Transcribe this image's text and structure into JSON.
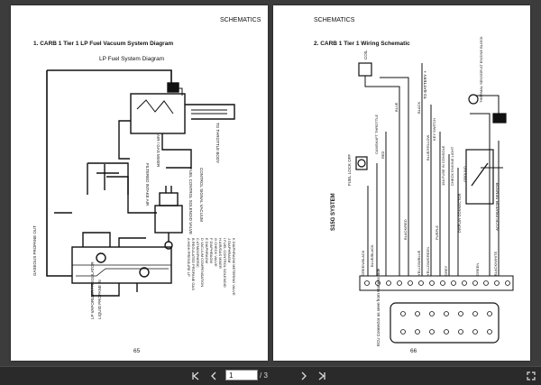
{
  "left_page": {
    "header": "SCHEMATICS",
    "section_title": "1. CARB 1 Tier 1 LP Fuel Vacuum System Diagram",
    "diagram_title": "LP Fuel System Diagram",
    "labels": {
      "air_gas_mixer": "AIR / GAS MIXER",
      "to_throttle_body": "TO THROTTLE BODY",
      "filtered_intake_air": "FILTERED INTAKE AIR",
      "fuel_control_solenoid": "FUEL CONTROL SOLENOID VALVE",
      "control_signal_vacuum": "CONTROL SIGNAL VACUUM",
      "gaseous_propane_out": "GASEOUS PROPANE OUT",
      "lp_vaporizer": "LP VAPORIZER / REGULATOR",
      "liquid_propane_in": "LIQUID PROPANE IN"
    },
    "legend": [
      "A   HIGH PRESSURE LP",
      "B   REGULATED PROPANE GAS",
      "C   ATMOSPHERIC",
      "D   VACUUM COMPENSATION",
      "E   DIAPHRAGM",
      "F   DIAPHRAGM",
      "G   CHECK VALVE",
      "H   AIR/GAS MIXER",
      "I   FUEL CONTROL SOLENOID",
      "J   DIAPHRAGM",
      "K   DIAPHRAGM METERING VALVE"
    ],
    "page_number": "65"
  },
  "right_page": {
    "header": "SCHEMATICS",
    "section_title": "2. CARB 1 Tier 1 Wiring Schematic",
    "labels": {
      "coil": "COIL",
      "to_battery": "TO BATTERY +",
      "thermal_sensor": "THERMAL SENSOR AT ENGINE BLOCK",
      "camshaft_throttle": "CAMSHAFT THROTTLE",
      "fuel_lock_off": "FUEL LOCK OFF",
      "key_switch": "KEY SWITCH",
      "fuse": "15A FUSE IN CONSOLE",
      "check_engine": "CHECK ENGINE LIGHT",
      "display_connector": "DISPLAY CONNECTOR",
      "ground": "GROUND",
      "accelerator_sensor": "ACCELERATOR SENSOR",
      "system": "S15G SYSTEM",
      "ecu_connector": "ECU Connector as seen from Harness side"
    },
    "wire_colors": {
      "black": "BLACK",
      "blue": "BLUE",
      "blue_yellow": "BLUE/YELLOW",
      "red": "RED",
      "green": "GREEN",
      "green_black": "GREEN/BLACK",
      "blue_black": "BLUE/BLACK",
      "black_red": "BLACK/RED",
      "yellow_blue": "YELLOW/BLUE",
      "yellow_green": "YELLOW/GREEN",
      "purple": "PURPLE",
      "black_white": "BLACK/WHITE",
      "grey": "GREY"
    },
    "page_number": "66"
  },
  "toolbar": {
    "current_page": "1",
    "page_total": "/ 3"
  }
}
